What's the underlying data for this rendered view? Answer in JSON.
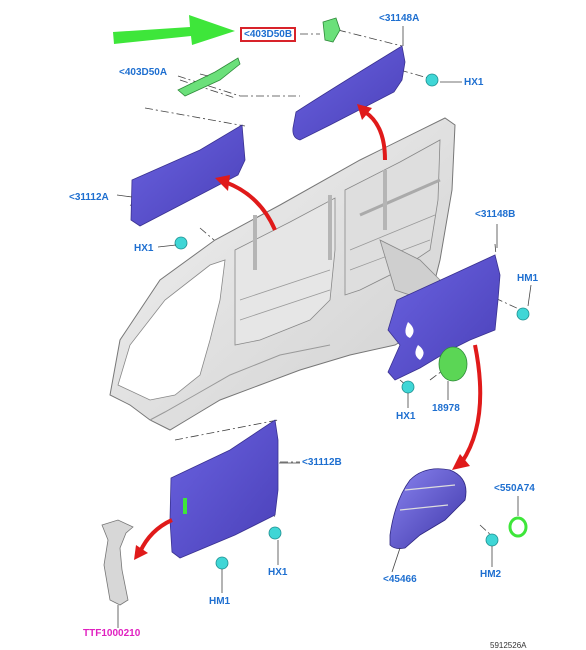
{
  "labels": {
    "p403d50b": "<403D50B",
    "p403d50a": "<403D50A",
    "p31148a": "<31148A",
    "p31112a": "<31112A",
    "p31148b": "<31148B",
    "p31112b": "<31112B",
    "p550a74": "<550A74",
    "p45466": "<45466",
    "p18978": "18978",
    "ttf": "TTF1000210",
    "hx1_a": "HX1",
    "hx1_b": "HX1",
    "hx1_c": "HX1",
    "hx1_d": "HX1",
    "hm1_a": "HM1",
    "hm1_b": "HM1",
    "hm2": "HM2"
  },
  "diagram_ref": "5912526A",
  "colors": {
    "label_blue": "#1e6fd0",
    "highlight_box": "#d8232a",
    "pointer_arrow": "#3ee63a",
    "trim_panel": "#5a4fcf",
    "fastener": "#3fd6d6",
    "part_arrow": "#e01a1a",
    "accent_pink": "#e020c0"
  }
}
